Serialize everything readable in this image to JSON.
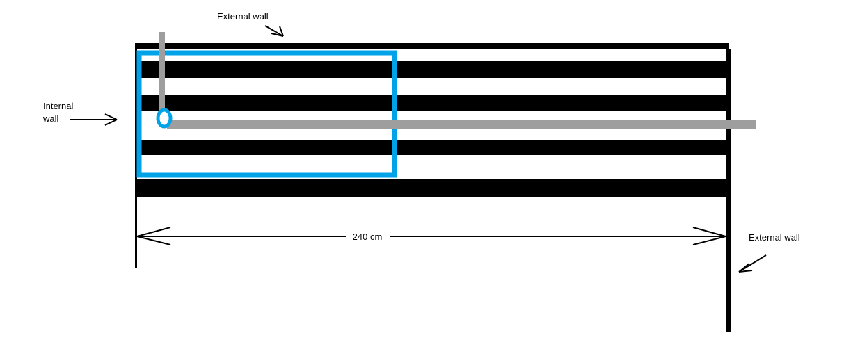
{
  "diagram": {
    "labels": {
      "external_wall_top": "External wall",
      "internal_wall_line1": "Internal",
      "internal_wall_line2": "wall",
      "dimension": "240 cm",
      "external_wall_right": "External wall"
    },
    "dimension_measurement": {
      "value": 240,
      "unit": "cm"
    },
    "colors": {
      "stripe": "#000000",
      "highlight": "#00a2e8",
      "pipe": "#9e9e9e",
      "background": "#ffffff",
      "text": "#000000"
    }
  }
}
